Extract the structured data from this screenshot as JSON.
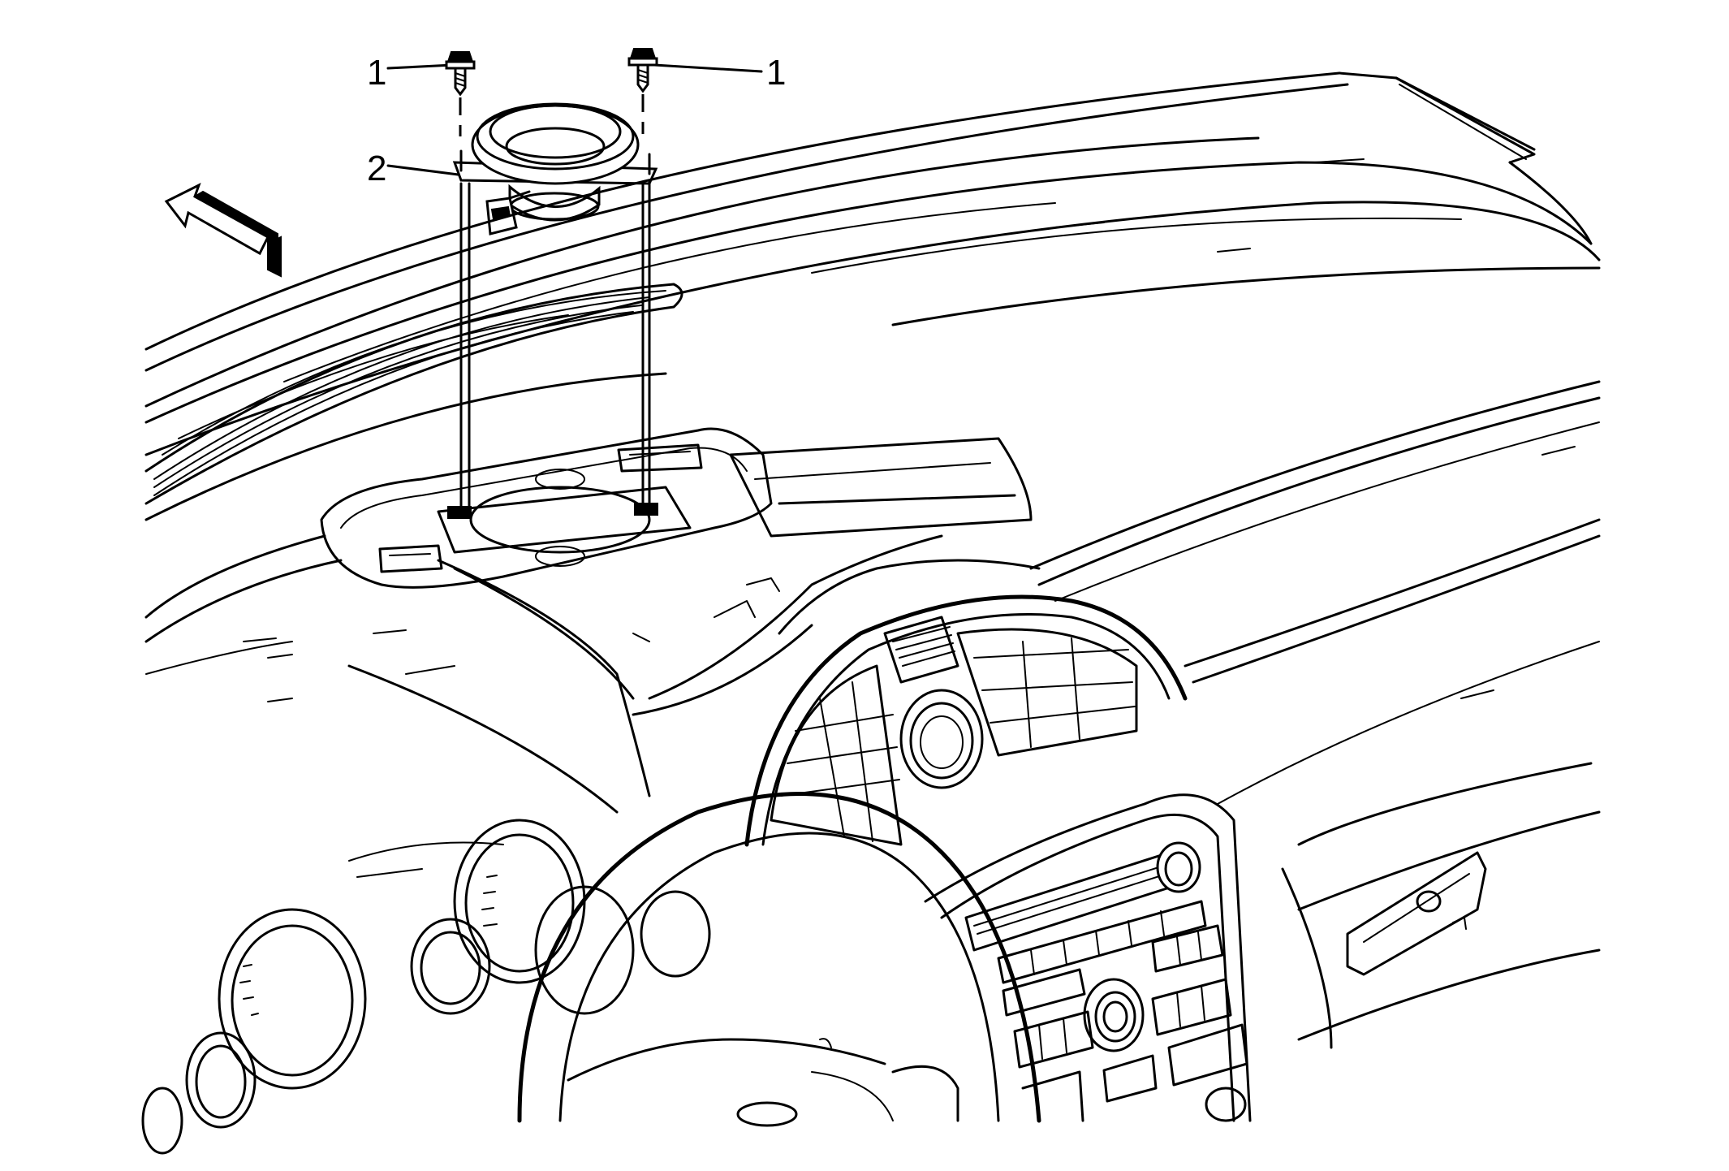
{
  "diagram": {
    "callouts": {
      "bolt_left": "1",
      "bolt_right": "1",
      "speaker": "2"
    },
    "parts": {
      "bolt": "fastener-bolt",
      "speaker": "instrument-panel-speaker",
      "direction_arrow": "forward-arrow-icon"
    }
  }
}
